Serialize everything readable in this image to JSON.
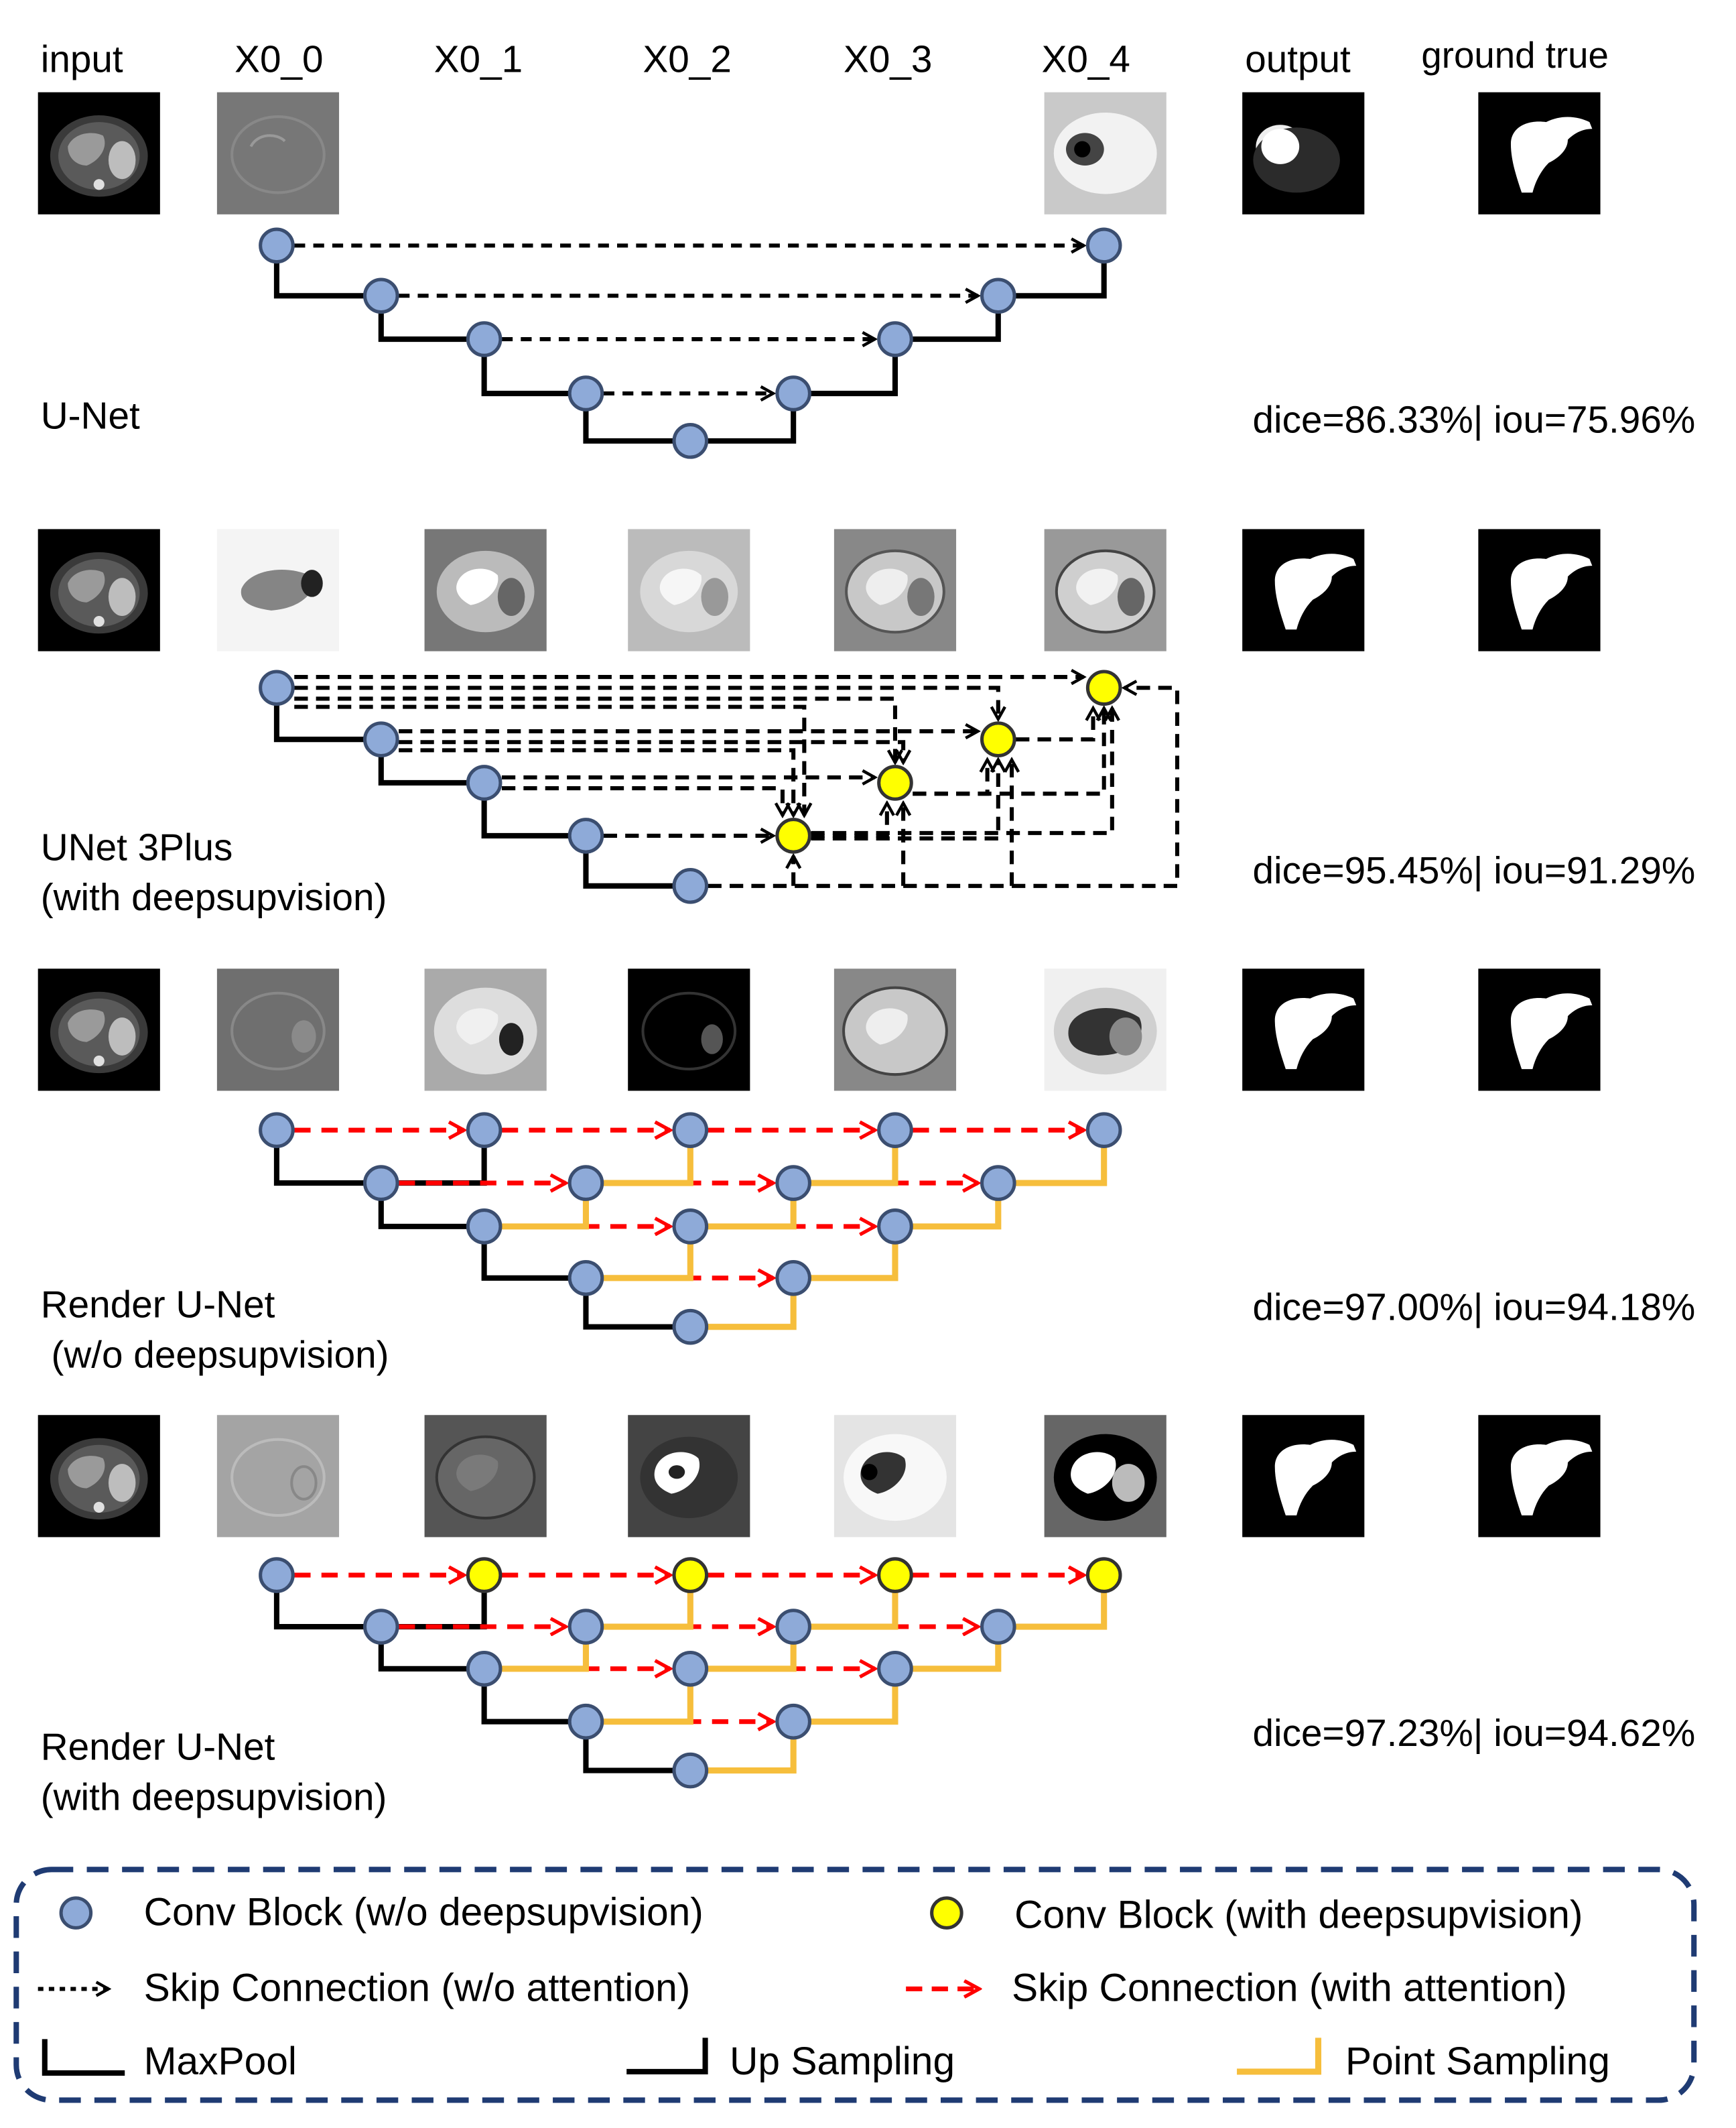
{
  "columns": [
    "input",
    "X0_0",
    "X0_1",
    "X0_2",
    "X0_3",
    "X0_4",
    "output",
    "ground true"
  ],
  "rows": [
    {
      "name_lines": [
        "U-Net"
      ],
      "metrics": "dice=86.33%| iou=75.96%"
    },
    {
      "name_lines": [
        "UNet 3Plus",
        "(with deepsupvision)"
      ],
      "metrics": "dice=95.45%| iou=91.29%"
    },
    {
      "name_lines": [
        "Render U-Net",
        " (w/o deepsupvision)"
      ],
      "metrics": "dice=97.00%| iou=94.18%"
    },
    {
      "name_lines": [
        "Render U-Net",
        "(with deepsupvision)"
      ],
      "metrics": "dice=97.23%| iou=94.62%"
    }
  ],
  "legend": {
    "conv_plain": "Conv Block (w/o deepsupvision)",
    "conv_deep": "Conv Block (with deepsupvision)",
    "skip_plain": "Skip Connection (w/o attention)",
    "skip_attn": "Skip Connection (with attention)",
    "maxpool": "MaxPool",
    "upsampling": "Up Sampling",
    "pointsampling": "Point Sampling"
  },
  "colors": {
    "conv_plain": "#8eaad8",
    "conv_deep": "#ffff00",
    "attention_arrow": "#ff0000",
    "point_sampling": "#f6be3c",
    "legend_border": "#1f3b73"
  }
}
